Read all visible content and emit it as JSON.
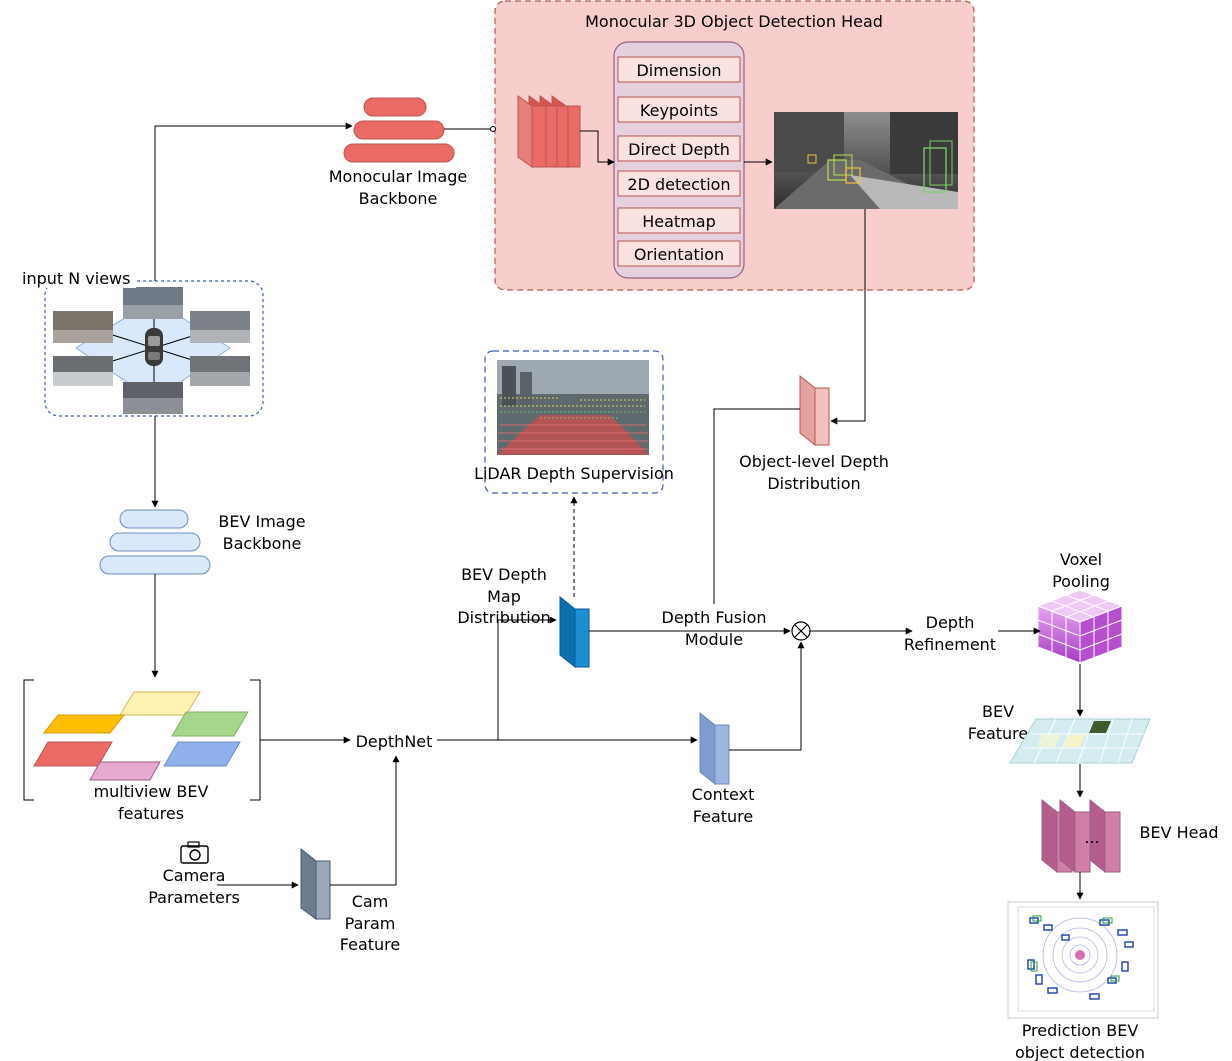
{
  "detection_head": {
    "title": "Monocular 3D Object Detection Head",
    "items": [
      "Dimension",
      "Keypoints",
      "Direct Depth",
      "2D detection",
      "Heatmap",
      "Orientation"
    ]
  },
  "labels": {
    "mono_backbone": [
      "Monocular Image",
      "Backbone"
    ],
    "input_views": "input N views",
    "bev_backbone": [
      "BEV Image",
      "Backbone"
    ],
    "multiview": [
      "multiview BEV",
      "features"
    ],
    "depthnet": "DepthNet",
    "camera": [
      "Camera",
      "Parameters"
    ],
    "cam_param": [
      "Cam",
      "Param",
      "Feature"
    ],
    "bev_depth": [
      "BEV Depth",
      "Map",
      "Distribution"
    ],
    "lidar": "LiDAR Depth Supervision",
    "object_depth": [
      "Object-level Depth",
      "Distribution"
    ],
    "depth_fusion": [
      "Depth Fusion",
      "Module"
    ],
    "context": [
      "Context",
      "Feature"
    ],
    "depth_refinement": [
      "Depth",
      "Refinement"
    ],
    "voxel_pooling": [
      "Voxel",
      "Pooling"
    ],
    "bev_feature": [
      "BEV",
      "Feature"
    ],
    "bev_head": "BEV Head",
    "ellipsis": "...",
    "prediction": [
      "Prediction BEV",
      "object detection"
    ]
  },
  "colors": {
    "head_bg": "#f8cecc",
    "head_border": "#b85450",
    "head_column": "#e6d0de",
    "head_column_border": "#996185",
    "item_fill": "#fae2e1",
    "mono_layers": "#ea6b66",
    "bev_layers": "#dae8fc",
    "depth_map": "#1b8fd6",
    "context": "#9db6e0",
    "cam_param": "#9aa8b8",
    "object_depth": "#f3c0bd",
    "voxel": "#c064d8",
    "bev_feature": "#d3ecef",
    "bev_head": "#d17fa9"
  },
  "icons": [
    "camera-icon",
    "car-icon",
    "multiply-circle-icon"
  ]
}
